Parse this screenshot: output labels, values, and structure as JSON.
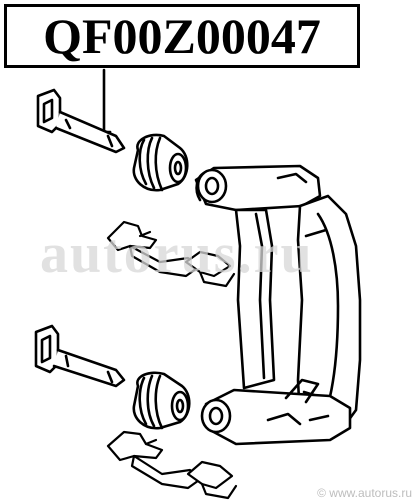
{
  "header": {
    "part_code": "QF00Z00047"
  },
  "watermark": {
    "main": "autorus.ru",
    "footer": "© www.autorus.ru"
  },
  "colors": {
    "line": "#000000",
    "background": "#ffffff",
    "watermark": "#d8d8d8"
  }
}
